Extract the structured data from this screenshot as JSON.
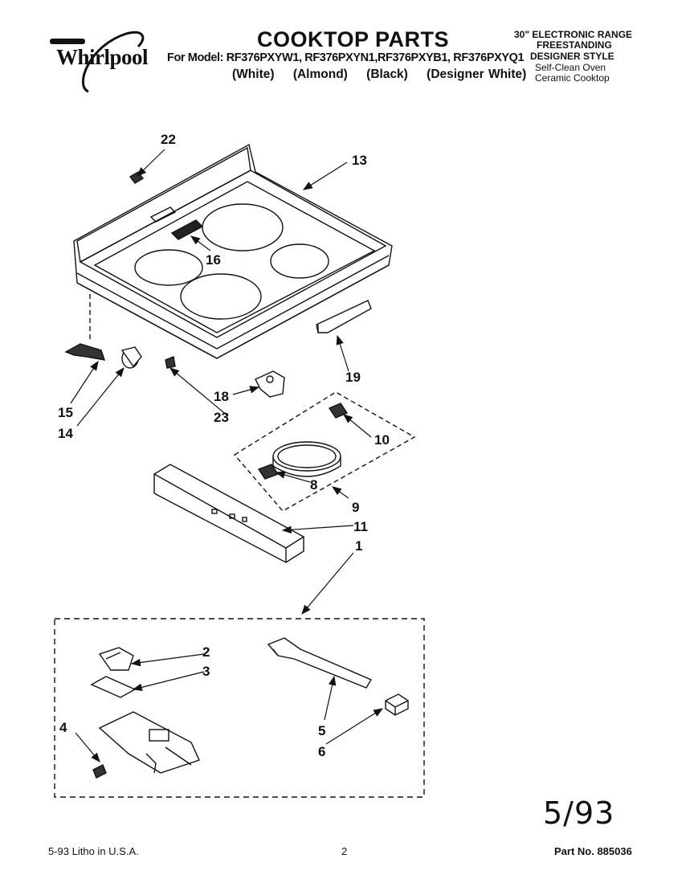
{
  "brand": "Whirlpool",
  "header": {
    "title": "COOKTOP PARTS",
    "models_line": "For Model: RF376PXYW1, RF376PXYN1,RF376PXYB1, RF376PXYQ1",
    "colors": [
      "(White)",
      "(Almond)",
      "(Black)",
      "(Designer White)"
    ]
  },
  "spec": {
    "line1": "30\" ELECTRONIC RANGE",
    "line2": "FREESTANDING",
    "line3": "DESIGNER STYLE",
    "line4": "Self-Clean Oven",
    "line5": "Ceramic Cooktop"
  },
  "callouts": {
    "c22": "22",
    "c13": "13",
    "c16": "16",
    "c19": "19",
    "c15": "15",
    "c14": "14",
    "c18": "18",
    "c23": "23",
    "c10": "10",
    "c8": "8",
    "c9": "9",
    "c11": "11",
    "c1": "1",
    "c2": "2",
    "c3": "3",
    "c4": "4",
    "c5": "5",
    "c6": "6"
  },
  "handwritten": "5/93",
  "footer": {
    "left": "5-93 Litho in U.S.A.",
    "center": "2",
    "right": "Part No. 885036"
  }
}
